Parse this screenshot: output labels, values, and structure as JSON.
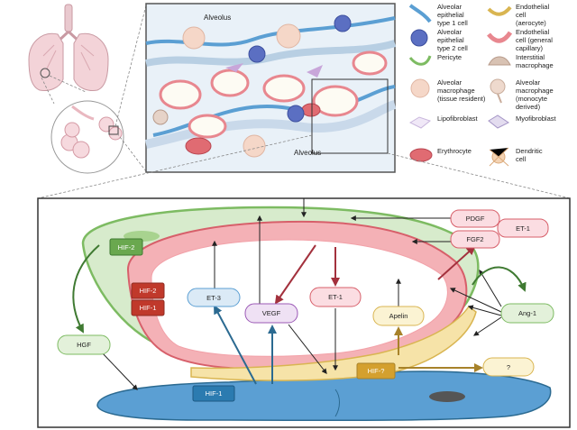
{
  "micrograph": {
    "alveolus_top": "Alveolus",
    "alveolus_bottom": "Alveolus"
  },
  "legend": [
    {
      "lines": [
        "Alveolar",
        "epithelial",
        "type 1 cell"
      ],
      "icon": "type1-cell-icon"
    },
    {
      "lines": [
        "Endothelial",
        "cell",
        "(aerocyte)"
      ],
      "icon": "aerocyte-icon"
    },
    {
      "lines": [
        "Alveolar",
        "epithelial",
        "type 2 cell"
      ],
      "icon": "type2-cell-icon"
    },
    {
      "lines": [
        "Endothelial",
        "cell (general",
        "capillary)"
      ],
      "icon": "gcap-cell-icon"
    },
    {
      "lines": [
        "Pericyte"
      ],
      "icon": "pericyte-icon"
    },
    {
      "lines": [
        "Interstitial",
        "macrophage"
      ],
      "icon": "interstitial-macrophage-icon"
    },
    {
      "lines": [
        "Alveolar",
        "macrophage",
        "(tissue resident)"
      ],
      "icon": "alveolar-macrophage-icon"
    },
    {
      "lines": [
        "Alveolar",
        "macrophage",
        "(monocyte",
        "derived)"
      ],
      "icon": "monocyte-macrophage-icon"
    },
    {
      "lines": [
        "Lipofibroblast"
      ],
      "icon": "lipofibroblast-icon"
    },
    {
      "lines": [
        "Myofibroblast"
      ],
      "icon": "myofibroblast-icon"
    },
    {
      "lines": [
        "Erythrocyte"
      ],
      "icon": "erythrocyte-icon"
    },
    {
      "lines": [
        "Dendritic",
        "cell"
      ],
      "icon": "dendritic-cell-icon"
    }
  ],
  "nodes": {
    "hif2_top": "HIF-2",
    "hif2_red": "HIF-2",
    "hif1_red": "HIF-1",
    "et3": "ET-3",
    "vegf": "VEGF",
    "et1_mid": "ET-1",
    "apelin": "Apelin",
    "pdgf": "PDGF",
    "fgf2": "FGF2",
    "et1_right": "ET-1",
    "ang1": "Ang-1",
    "hgf": "HGF",
    "hif1_blue": "HIF-1",
    "hif_q": "HIF-?",
    "unknown": "?"
  },
  "colors": {
    "epithelial_blue": "#5b9fd3",
    "endothelial_red": "#e8878f",
    "pericyte_green": "#7dbb62",
    "aerocyte_yellow": "#f6e3a8",
    "dark_red_arrow": "#a3313d",
    "dark_green_arrow": "#3f7a32",
    "dark_blue_arrow": "#2b6a91",
    "olive_arrow": "#a7822a"
  }
}
